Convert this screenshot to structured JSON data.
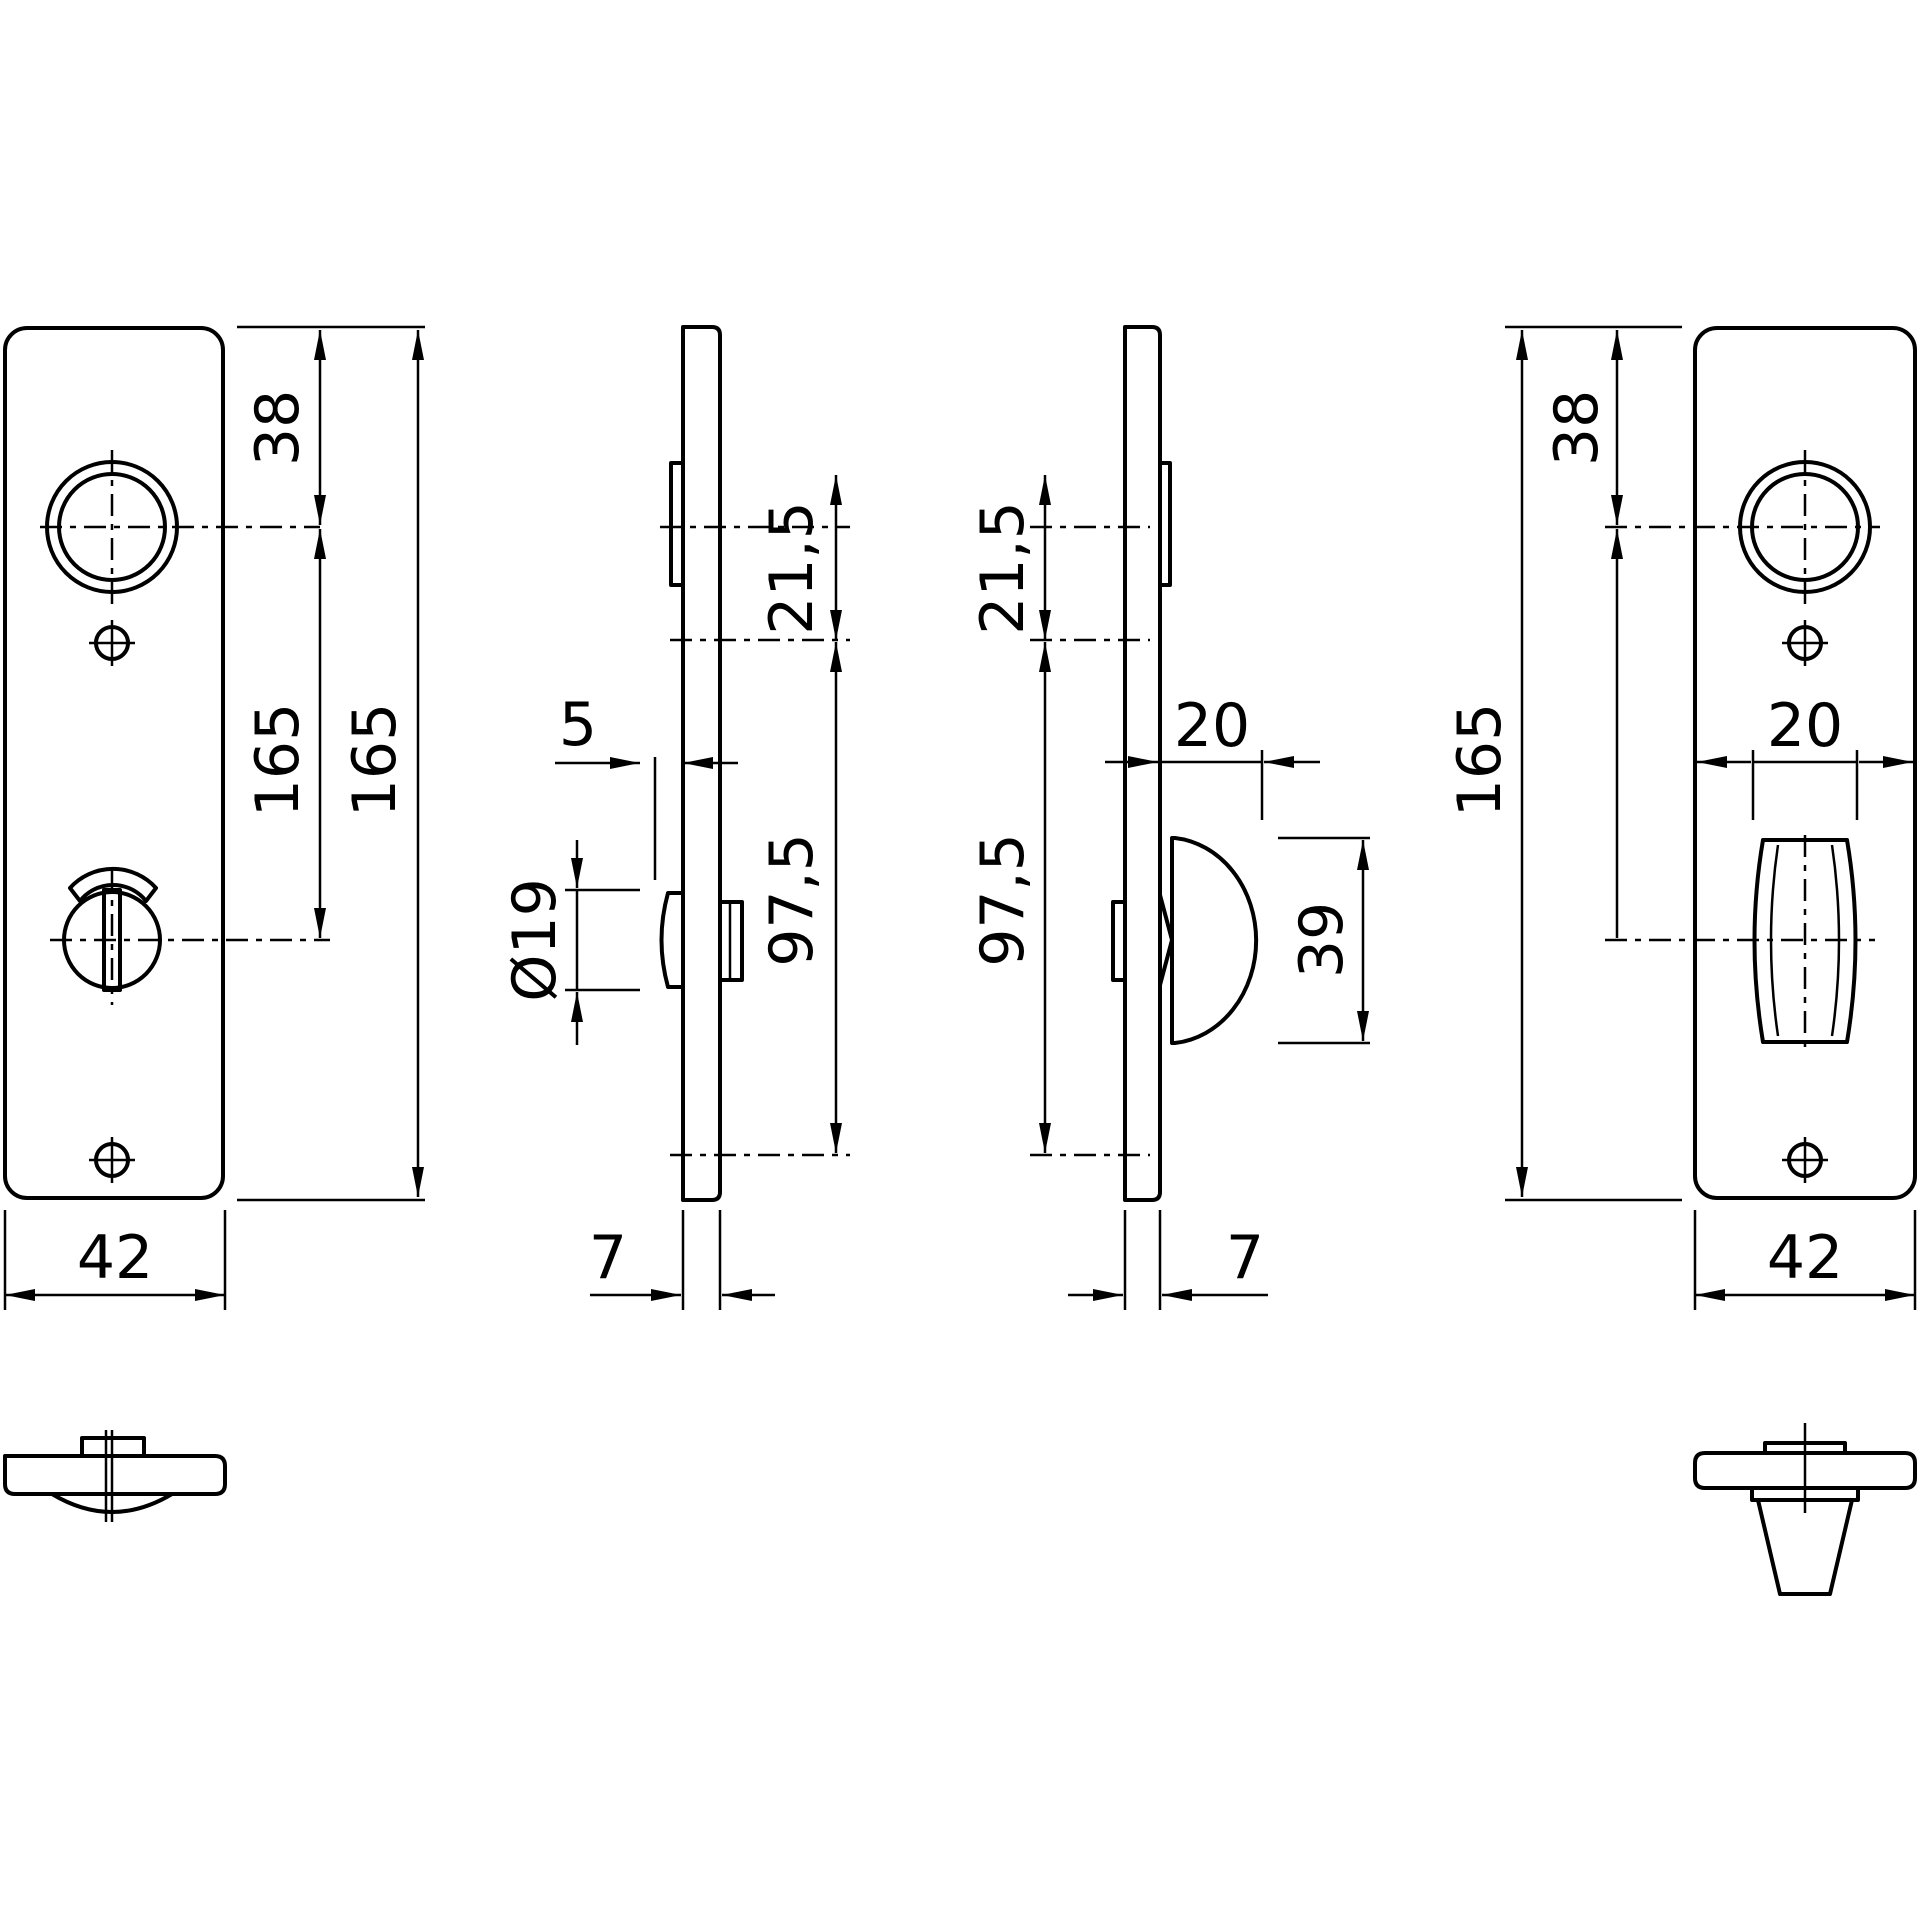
{
  "colors": {
    "line": "#000000",
    "background": "#ffffff"
  },
  "views": {
    "front_left": {
      "dim_width": "42",
      "dim_top_to_hole": "38",
      "dim_hole_to_turn": "165",
      "dim_total_height": "165"
    },
    "side_left": {
      "dim_upper_offset": "21,5",
      "dim_lower_span": "97,5",
      "dim_stem": "5",
      "dim_diameter": "Ø19",
      "dim_thickness": "7"
    },
    "side_right": {
      "dim_upper_offset": "21,5",
      "dim_lower_span": "97,5",
      "dim_knob_projection": "20",
      "dim_knob_height": "39",
      "dim_thickness": "7"
    },
    "front_right": {
      "dim_top_to_hole": "38",
      "dim_total_height": "165",
      "dim_knob_width": "20",
      "dim_width": "42"
    }
  }
}
